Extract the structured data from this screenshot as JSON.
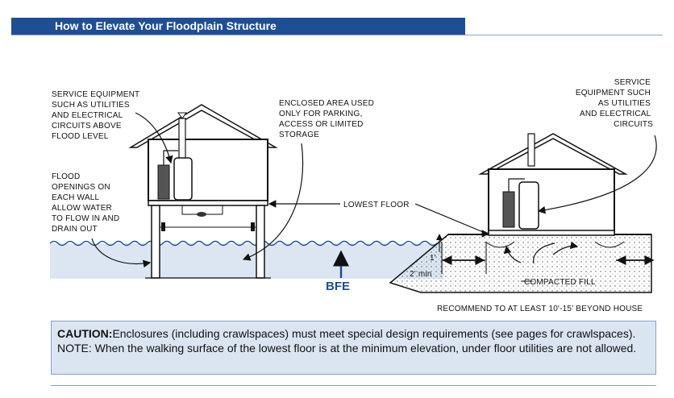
{
  "header": {
    "title": "How to Elevate Your Floodplain Structure"
  },
  "labels": {
    "service_left": [
      "SERVICE EQUIPMENT",
      "SUCH AS UTILITIES",
      "AND ELECTRICAL",
      "CIRCUITS ABOVE",
      "FLOOD LEVEL"
    ],
    "enclosed": [
      "ENCLOSED AREA USED",
      "ONLY FOR PARKING,",
      "ACCESS OR LIMITED",
      "STORAGE"
    ],
    "flood_openings": [
      "FLOOD",
      "OPENINGS ON",
      "EACH WALL",
      "ALLOW WATER",
      "TO FLOW IN AND",
      "DRAIN OUT"
    ],
    "lowest_floor": "LOWEST FLOOR",
    "bfe": "BFE",
    "service_right": [
      "SERVICE",
      "EQUIPMENT SUCH",
      "AS UTILITIES",
      "AND ELECTRICAL",
      "CIRCUITS"
    ],
    "one_foot": "1'",
    "two_min": "2' min",
    "compacted_fill": "COMPACTED FILL",
    "recommend": "RECOMMEND TO AT LEAST 10'-15' BEYOND HOUSE"
  },
  "caution": {
    "title": "CAUTION:",
    "body": "Enclosures (including crawlspaces) must meet special design requirements (see pages for crawlspaces).   NOTE: When the walking surface of the lowest floor is at the minimum elevation, under floor utilities are not allowed."
  },
  "colors": {
    "banner": "#1f4e94",
    "water": "#dbe6f2",
    "caution_bg": "#dbe5f2",
    "bfe": "#1f4e94"
  }
}
